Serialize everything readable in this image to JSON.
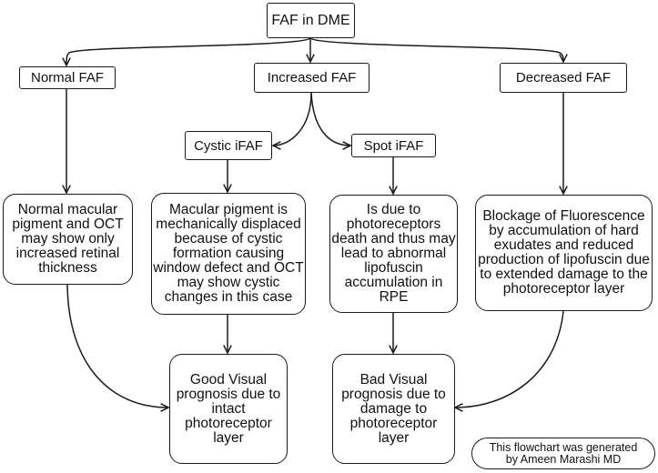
{
  "diagram": {
    "type": "flowchart",
    "nodes": {
      "root": {
        "label": "FAF in DME"
      },
      "normal_faf": {
        "label": "Normal FAF"
      },
      "increased_faf": {
        "label": "Increased FAF"
      },
      "decreased_faf": {
        "label": "Decreased FAF"
      },
      "cystic_ifaf": {
        "label": "Cystic iFAF"
      },
      "spot_ifaf": {
        "label": "Spot iFAF"
      },
      "normal_desc": {
        "label": "Normal macular\npigment and OCT\nmay show  only\nincreased retinal\nthickness"
      },
      "cystic_desc": {
        "label": "Macular pigment is\nmechanically displaced\nbecause of cystic\nformation causing\nwindow defect and OCT\nmay show cystic\nchanges in this case"
      },
      "spot_desc": {
        "label": "Is due to\nphotoreceptors\ndeath and thus may\nlead to abnormal\nlipofuscin\naccumulation in\nRPE"
      },
      "decreased_desc": {
        "label": "Blockage of Fluorescence\nby accumulation of hard\nexudates and reduced\nproduction of lipofuscin due\nto extended damage to the\nphotoreceptor layer"
      },
      "good_prognosis": {
        "label": "Good Visual\nprognosis due to\nintact\nphotoreceptor\nlayer"
      },
      "bad_prognosis": {
        "label": "Bad Visual\nprognosis due to\ndamage to\nphotoreceptor\nlayer"
      }
    },
    "edges": [
      {
        "from": "root",
        "to": "normal_faf"
      },
      {
        "from": "root",
        "to": "increased_faf"
      },
      {
        "from": "root",
        "to": "decreased_faf"
      },
      {
        "from": "increased_faf",
        "to": "cystic_ifaf"
      },
      {
        "from": "increased_faf",
        "to": "spot_ifaf"
      },
      {
        "from": "normal_faf",
        "to": "normal_desc"
      },
      {
        "from": "cystic_ifaf",
        "to": "cystic_desc"
      },
      {
        "from": "spot_ifaf",
        "to": "spot_desc"
      },
      {
        "from": "decreased_faf",
        "to": "decreased_desc"
      },
      {
        "from": "normal_desc",
        "to": "good_prognosis"
      },
      {
        "from": "cystic_desc",
        "to": "good_prognosis"
      },
      {
        "from": "spot_desc",
        "to": "bad_prognosis"
      },
      {
        "from": "decreased_desc",
        "to": "bad_prognosis"
      }
    ],
    "footer": {
      "label": "This flowchart was generated\nby Ameen Marashi MD"
    }
  }
}
